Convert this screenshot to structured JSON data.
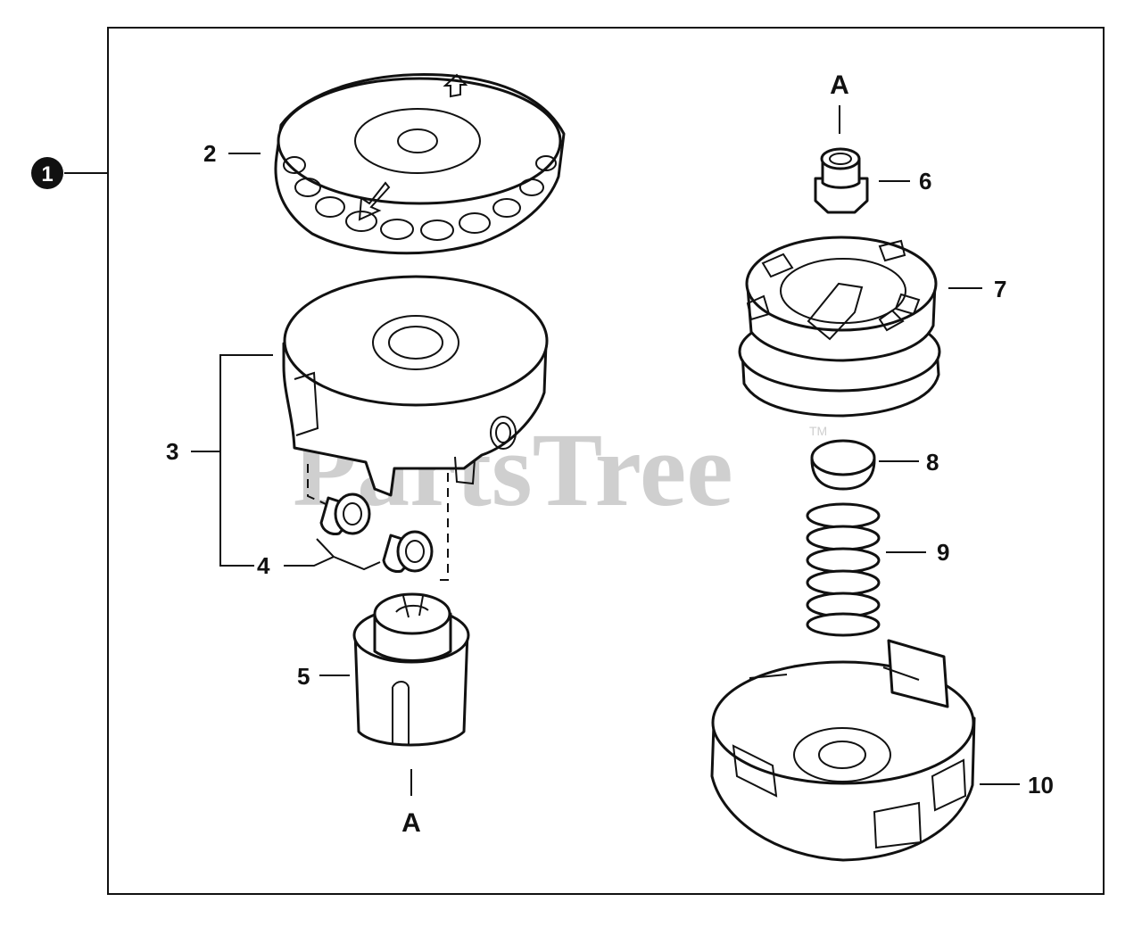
{
  "assembly_badge": "1",
  "watermark": {
    "text": "PartsTree",
    "trademark": "TM"
  },
  "reference_marks": {
    "top": "A",
    "bottom": "A"
  },
  "callouts": {
    "p2": "2",
    "p3": "3",
    "p4": "4",
    "p5": "5",
    "p6": "6",
    "p7": "7",
    "p8": "8",
    "p9": "9",
    "p10": "10"
  }
}
